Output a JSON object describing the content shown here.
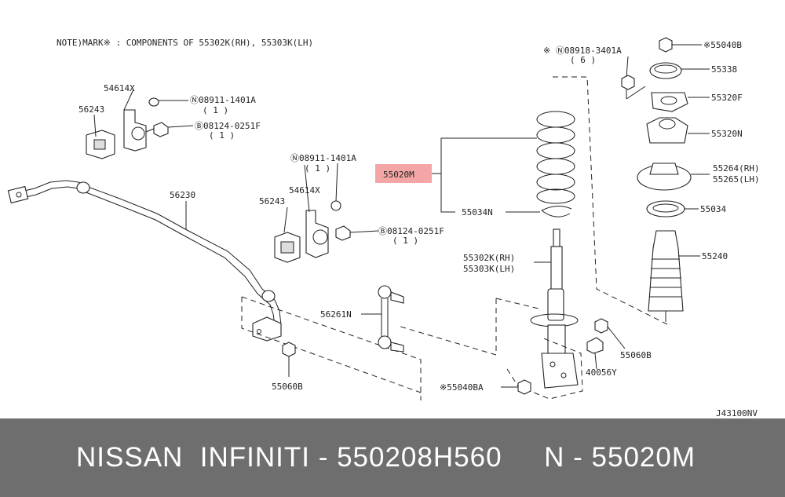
{
  "note": "NOTE)MARK※ : COMPONENTS OF    55302K(RH), 55303K(LH)",
  "labels": {
    "p54614x_a": "54614X",
    "p56243_a": "56243",
    "n08911_a": "Ⓝ08911-1401A",
    "n08911_a_qty": "( 1 )",
    "b08124_a": "Ⓑ08124-0251F",
    "b08124_a_qty": "( 1 )",
    "p56230": "56230",
    "n08911_b": "Ⓝ08911-1401A",
    "n08911_b_qty": "( 1 )",
    "p54614x_b": "54614X",
    "p56243_b": "56243",
    "b08124_b": "Ⓑ08124-0251F",
    "b08124_b_qty": "( 1 )",
    "p55020m": "55020M",
    "p55034n": "55034N",
    "p55302k": "55302K(RH)",
    "p55303k": "55303K(LH)",
    "p56261n": "56261N",
    "p55060b_a": "55060B",
    "p55040ba": "※55040BA",
    "p40056y": "40056Y",
    "p55060b_b": "55060B",
    "n08918": "※ Ⓝ08918-3401A",
    "n08918_qty": "( 6 )",
    "p55040b": "※55040B",
    "p55338": "55338",
    "p55320f": "55320F",
    "p55320n": "55320N",
    "p55264": "55264(RH)",
    "p55265": "55265(LH)",
    "p55034": "55034",
    "p55240": "55240",
    "code": "J43100NV"
  },
  "banner": "NISSAN  INFINITI - 550208H560     N - 55020M",
  "colors": {
    "highlight": "#f4a6a6",
    "banner_bg": "#6e6e6e",
    "banner_text": "#ffffff"
  }
}
